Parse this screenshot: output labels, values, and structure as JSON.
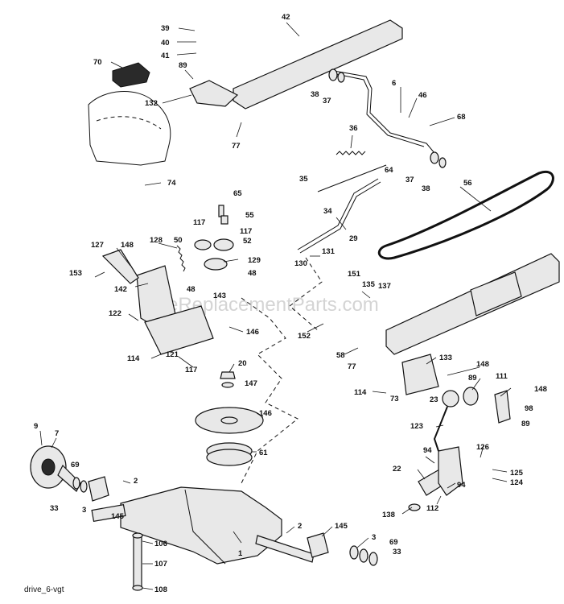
{
  "watermark": "eReplacementParts.com",
  "caption": "drive_6-vgt",
  "callouts": [
    "39",
    "40",
    "41",
    "42",
    "70",
    "89",
    "132",
    "77",
    "74",
    "38",
    "37",
    "6",
    "46",
    "68",
    "36",
    "35",
    "34",
    "64",
    "37",
    "38",
    "56",
    "29",
    "65",
    "117",
    "55",
    "117",
    "50",
    "52",
    "127",
    "148",
    "128",
    "129",
    "130",
    "131",
    "153",
    "48",
    "48",
    "142",
    "143",
    "151",
    "135",
    "137",
    "122",
    "146",
    "152",
    "114",
    "121",
    "117",
    "20",
    "147",
    "58",
    "77",
    "133",
    "148",
    "114",
    "73",
    "89",
    "111",
    "148",
    "98",
    "89",
    "146",
    "61",
    "9",
    "7",
    "69",
    "33",
    "3",
    "145",
    "2",
    "23",
    "123",
    "94",
    "126",
    "22",
    "94",
    "125",
    "124",
    "138",
    "112",
    "106",
    "107",
    "108",
    "2",
    "145",
    "3",
    "69",
    "33",
    "1"
  ]
}
